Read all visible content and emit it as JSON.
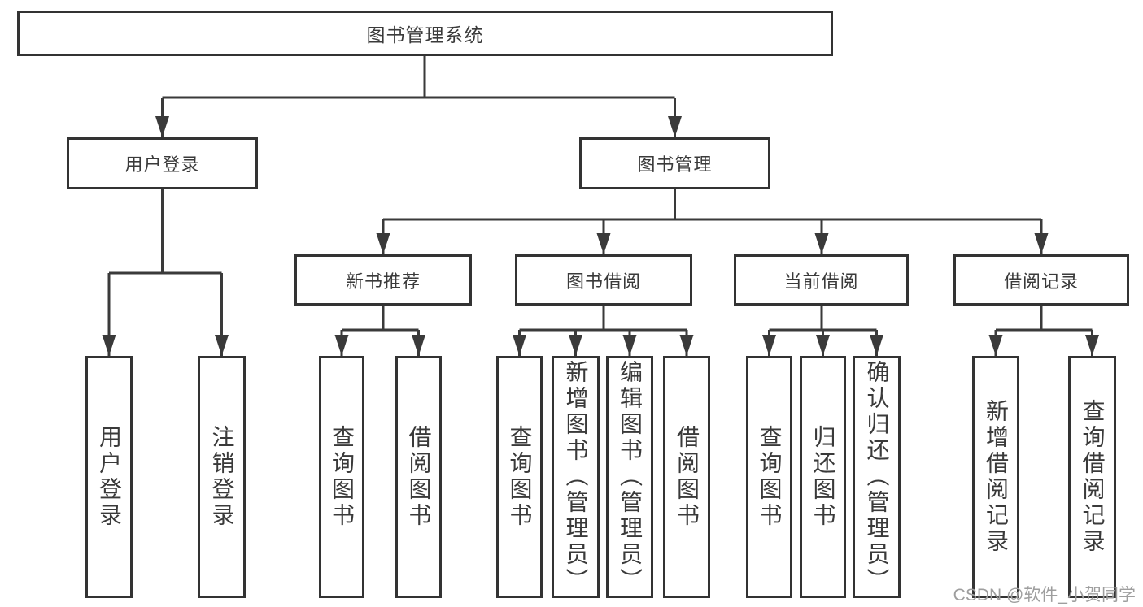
{
  "diagram": {
    "title": "图书管理系统",
    "level2": {
      "user_login": "用户登录",
      "book_management": "图书管理"
    },
    "level3": {
      "new_book_recommend": "新书推荐",
      "book_borrow": "图书借阅",
      "current_borrow": "当前借阅",
      "borrow_records": "借阅记录"
    },
    "leaves": {
      "user_login": [
        "用户登录",
        "注销登录"
      ],
      "new_book_recommend": [
        "查询图书",
        "借阅图书"
      ],
      "book_borrow": [
        "查询图书",
        "新增图书（管理员）",
        "编辑图书（管理员）",
        "借阅图书"
      ],
      "current_borrow": [
        "查询图书",
        "归还图书",
        "确认归还（管理员）"
      ],
      "borrow_records": [
        "新增借阅记录",
        "查询借阅记录"
      ]
    },
    "watermark": "CSDN @软件_小贺同学",
    "colors": {
      "line": "#3a3a3a",
      "border": "#333333",
      "text": "#3a3a3a",
      "watermark": "#9e9e9e",
      "background": "#ffffff"
    }
  }
}
